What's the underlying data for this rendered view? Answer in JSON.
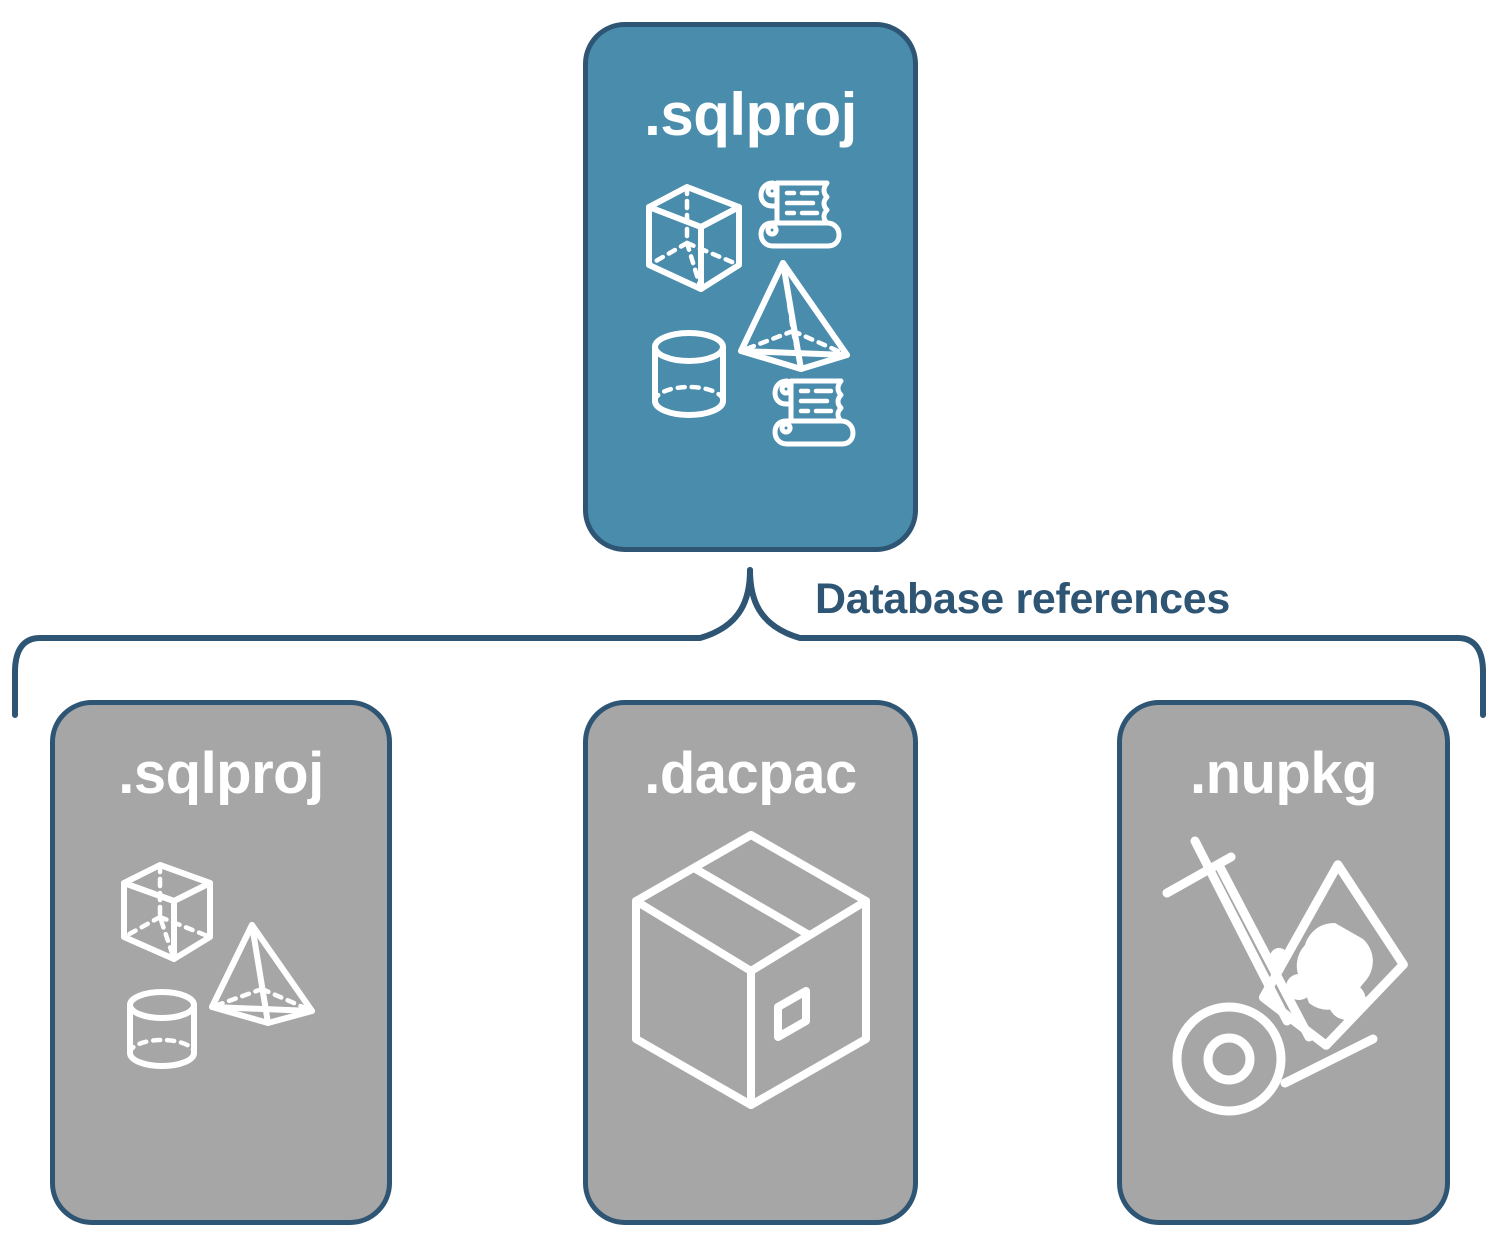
{
  "diagram": {
    "title": "SQL project database references",
    "colors": {
      "primary_fill": "#4A8CAC",
      "secondary_fill": "#A6A6A6",
      "stroke": "#2E5574",
      "icon": "#FFFFFF",
      "background": "#FFFFFF"
    }
  },
  "source_card": {
    "label": ".sqlproj",
    "fill": "#4A8CAC",
    "icons": [
      "cube-wireframe-icon",
      "pyramid-wireframe-icon",
      "cylinder-wireframe-icon",
      "script-scroll-icon",
      "script-scroll-icon"
    ]
  },
  "connector": {
    "label": "Database references",
    "style": "curly-brace",
    "direction": "one-to-many"
  },
  "reference_cards": [
    {
      "label": ".sqlproj",
      "fill": "#A6A6A6",
      "icons": [
        "cube-wireframe-icon",
        "pyramid-wireframe-icon",
        "cylinder-wireframe-icon"
      ]
    },
    {
      "label": ".dacpac",
      "fill": "#A6A6A6",
      "icons": [
        "shipping-box-icon"
      ]
    },
    {
      "label": ".nupkg",
      "fill": "#A6A6A6",
      "icons": [
        "hand-truck-package-icon"
      ]
    }
  ]
}
